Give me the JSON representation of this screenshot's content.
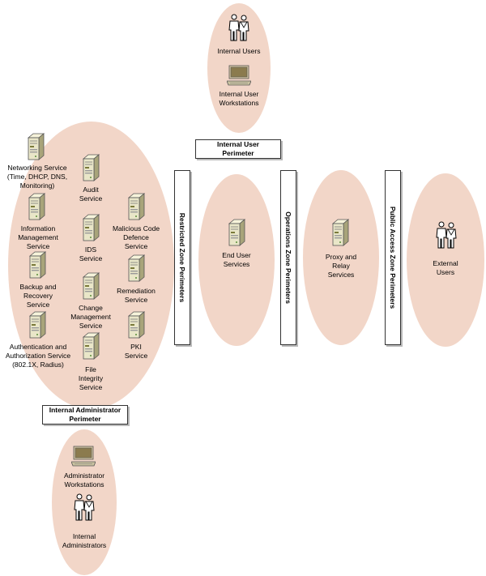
{
  "colors": {
    "zone_fill": "#f2d6c8",
    "server_body": "#e9e6c8",
    "accent": "#7a7a3a"
  },
  "zones": {
    "internal_users": {
      "users_label": "Internal Users",
      "workstations_label": "Internal User\nWorkstations"
    },
    "restricted": {
      "networking": "Networking Service\n(Time, DHCP, DNS,\nMonitoring)",
      "audit": "Audit\nService",
      "info_mgmt": "Information\nManagement\nService",
      "ids": "IDS\nService",
      "malicious_code": "Malicious Code\nDefence\nService",
      "backup": "Backup and\nRecovery\nService",
      "change_mgmt": "Change\nManagement\nService",
      "remediation": "Remediation\nService",
      "auth": "Authentication and\nAuthorization Service\n(802.1X, Radius)",
      "file_integrity": "File\nIntegrity\nService",
      "pki": "PKI\nService"
    },
    "end_user": {
      "label": "End User\nServices"
    },
    "proxy": {
      "label": "Proxy and\nRelay\nServices"
    },
    "external": {
      "label": "External\nUsers"
    },
    "admin": {
      "workstations_label": "Administrator\nWorkstations",
      "users_label": "Internal\nAdministrators"
    }
  },
  "perimeters": {
    "internal_user": "Internal User\nPerimeter",
    "restricted": "Restricted Zone Perimeters",
    "operations": "Operations Zone Perimeters",
    "public_access": "Public Access Zone Perimeters",
    "internal_admin": "Internal Administrator\nPerimeter"
  }
}
